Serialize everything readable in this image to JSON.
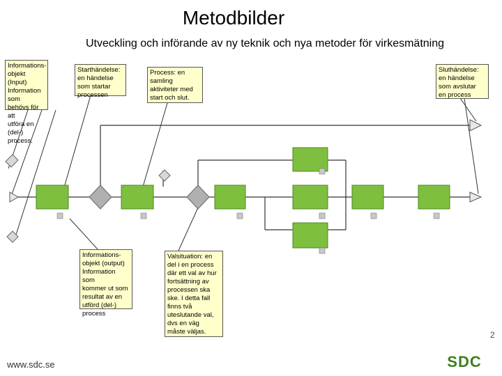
{
  "title": "Metodbilder",
  "subtitle": "Utveckling och införande av ny teknik och nya metoder för virkesmätning",
  "callouts": {
    "info_input": "Informations-\nobjekt (Input)\nInformation som\nbehövs för att\nutföra en (del-)\nprocess.",
    "start_event": "Starthändelse:\nen händelse\nsom startar\nprocessen",
    "process": "Process: en\nsamling\naktiviteter med\nstart och slut.",
    "end_event": "Sluthändelse:\nen händelse\nsom avslutar\nen process",
    "info_output": "Informations-\nobjekt (output)\nInformation som\nkommer ut som\nresultat av en\nutförd (del-)\nprocess",
    "gateway": "Valsituation: en\ndel i en process\ndär ett val av hur\nfortsättning av\nprocessen ska\nske. I detta fall\nfinns två\nuteslutande val,\ndvs en väg\nmåste väljas."
  },
  "footer": {
    "url": "www.sdc.se",
    "page": "2",
    "logo_text": "SDC"
  },
  "colors": {
    "activity_fill": "#7fbf3f",
    "activity_border": "#4e8a22",
    "gateway_fill": "#b0b0b0",
    "event_fill": "#e8e8e8",
    "lane_line": "#333333",
    "callout_fill": "#ffffcc",
    "logo_green": "#3f7f1f"
  }
}
